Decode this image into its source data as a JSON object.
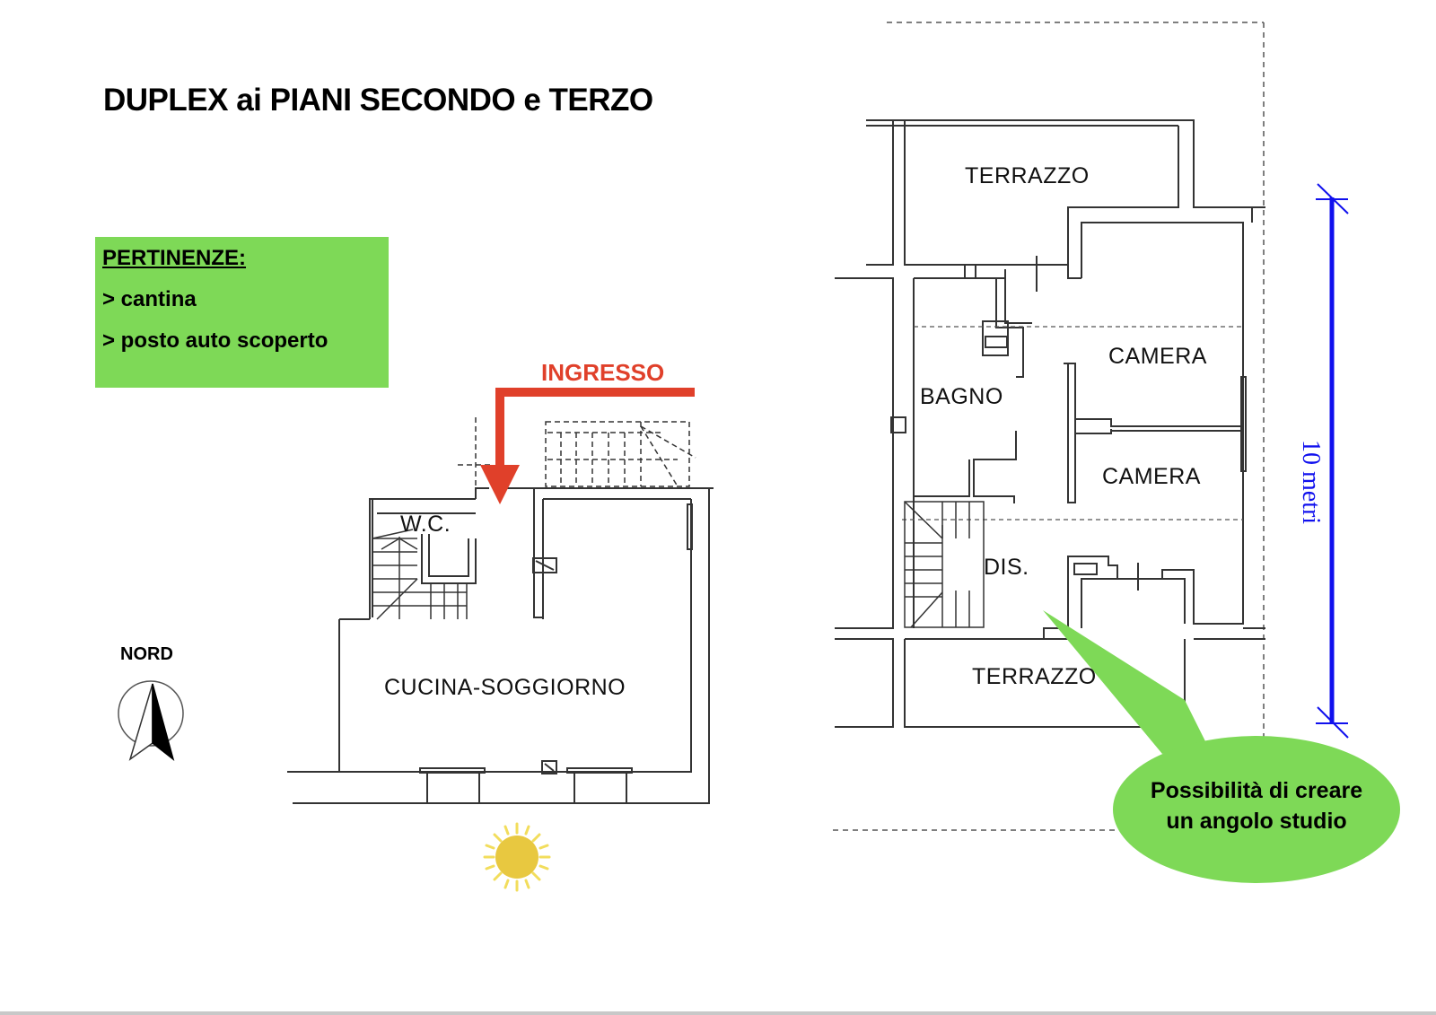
{
  "title": "DUPLEX ai PIANI SECONDO e TERZO",
  "pertinenze": {
    "heading": "PERTINENZE:",
    "items": [
      "> cantina",
      "> posto auto scoperto"
    ],
    "bg_color": "#7ed957"
  },
  "entrance": {
    "label": "INGRESSO",
    "color": "#e0402a"
  },
  "compass": {
    "label": "NORD",
    "icon": "north-arrow-icon"
  },
  "sun_icon": {
    "icon": "sun-icon",
    "color": "#e8c840"
  },
  "lower_floor": {
    "rooms": [
      "W.C.",
      "CUCINA-SOGGIORNO"
    ]
  },
  "upper_floor": {
    "rooms": [
      "TERRAZZO",
      "CAMERA",
      "BAGNO",
      "CAMERA",
      "DIS.",
      "TERRAZZO"
    ]
  },
  "scale_bar": {
    "label": "10 metri",
    "value_m": 10,
    "color": "#1010ee"
  },
  "callout": {
    "text_line1": "Possibilità di creare",
    "text_line2": "un angolo studio",
    "color": "#7ed957"
  }
}
